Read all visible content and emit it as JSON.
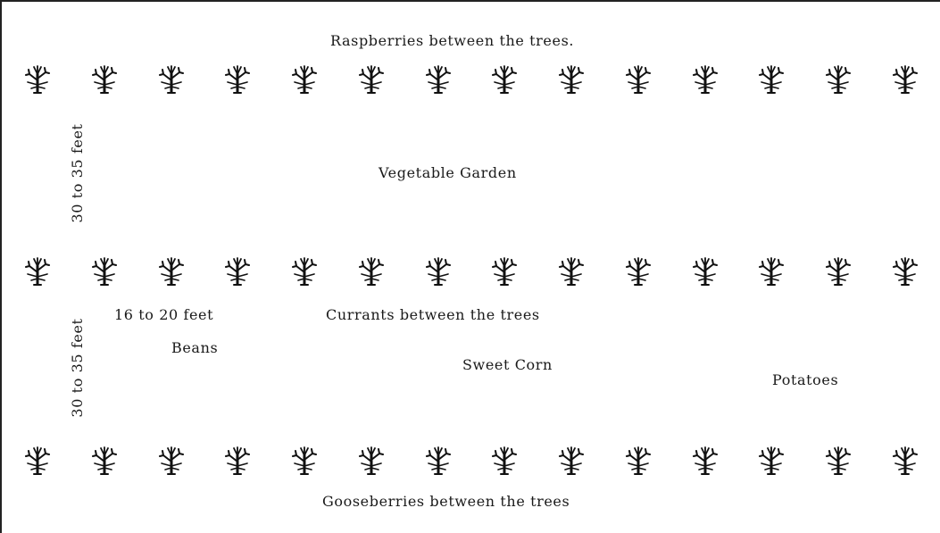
{
  "labels": {
    "raspberries": "Raspberries between the trees.",
    "vegetable_garden": "Vegetable Garden",
    "spacing_upper": "30 to 35 feet",
    "spacing_lower": "30 to 35 feet",
    "tree_spacing": "16 to 20 feet",
    "currants": "Currants between the trees",
    "beans": "Beans",
    "sweet_corn": "Sweet Corn",
    "potatoes": "Potatoes",
    "gooseberries": "Gooseberries between the trees"
  },
  "tree_rows": [
    {
      "row": "top",
      "tree_count": 14
    },
    {
      "row": "middle",
      "tree_count": 14
    },
    {
      "row": "bottom",
      "tree_count": 14
    }
  ],
  "colors": {
    "tree": "#111111",
    "text": "#1a1a1a",
    "border": "#222222"
  }
}
